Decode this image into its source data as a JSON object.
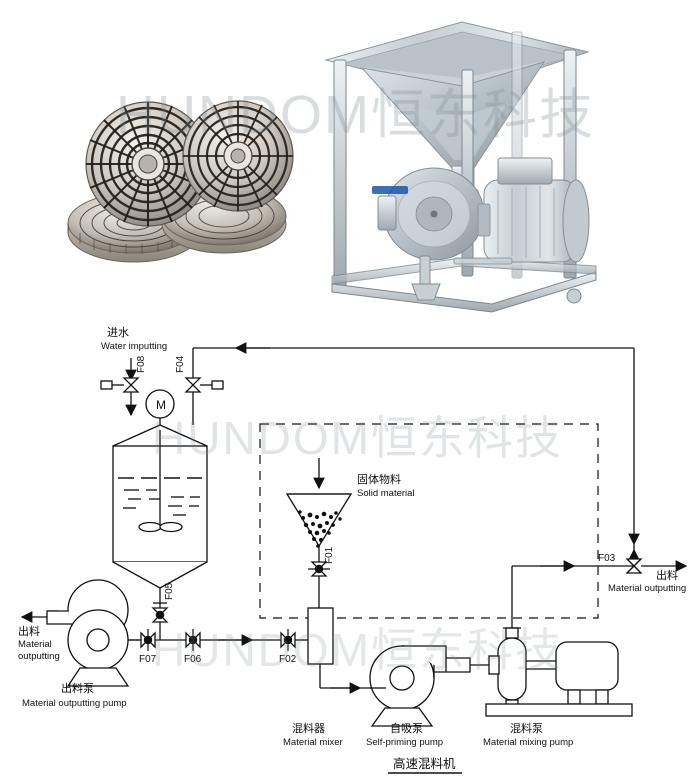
{
  "watermark": {
    "top": "HUNDOM恒东科技",
    "middle": "HUNDOM恒东科技",
    "lower": "HUNDOM恒东科技"
  },
  "photos": [
    {
      "name": "rotor-stator-discs",
      "alt": "Stack of slotted rotor and stator mixing discs"
    },
    {
      "name": "high-shear-mixer-machine",
      "alt": "Stainless steel high speed mixer with hopper on frame with motor"
    }
  ],
  "diagram": {
    "caption_cn": "高速混料机",
    "inlets": {
      "water": {
        "cn": "进水",
        "en": "Water imputting"
      },
      "solid": {
        "cn": "固体物料",
        "en": "Solid material"
      }
    },
    "outlets": {
      "left": {
        "cn": "出料",
        "en": "Material outputting"
      },
      "right": {
        "cn": "出料",
        "en": "Material outputting"
      }
    },
    "equipment": [
      {
        "cn": "出料泵",
        "en": "Material outputting pump"
      },
      {
        "cn": "混料器",
        "en": "Material mixer"
      },
      {
        "cn": "自吸泵",
        "en": "Self-priming pump"
      },
      {
        "cn": "混料泵",
        "en": "Material mixing pump"
      }
    ],
    "valves": [
      {
        "tag": "F01",
        "type": "globe-valve",
        "orientation": "vertical"
      },
      {
        "tag": "F02",
        "type": "globe-valve",
        "orientation": "horizontal"
      },
      {
        "tag": "F03",
        "type": "three-way-valve",
        "orientation": "horizontal"
      },
      {
        "tag": "F04",
        "type": "butterfly-valve",
        "orientation": "vertical"
      },
      {
        "tag": "F05",
        "type": "globe-valve",
        "orientation": "vertical"
      },
      {
        "tag": "F06",
        "type": "globe-valve",
        "orientation": "horizontal"
      },
      {
        "tag": "F07",
        "type": "globe-valve",
        "orientation": "horizontal"
      },
      {
        "tag": "F08",
        "type": "butterfly-valve",
        "orientation": "vertical"
      }
    ],
    "vessel": {
      "name": "agitated-tank",
      "agitator_label": "M"
    },
    "boundary": {
      "style": "dashed",
      "label": "skid boundary"
    },
    "colors": {
      "line": "#111111",
      "background": "#ffffff",
      "watermark": "#78868c"
    }
  }
}
